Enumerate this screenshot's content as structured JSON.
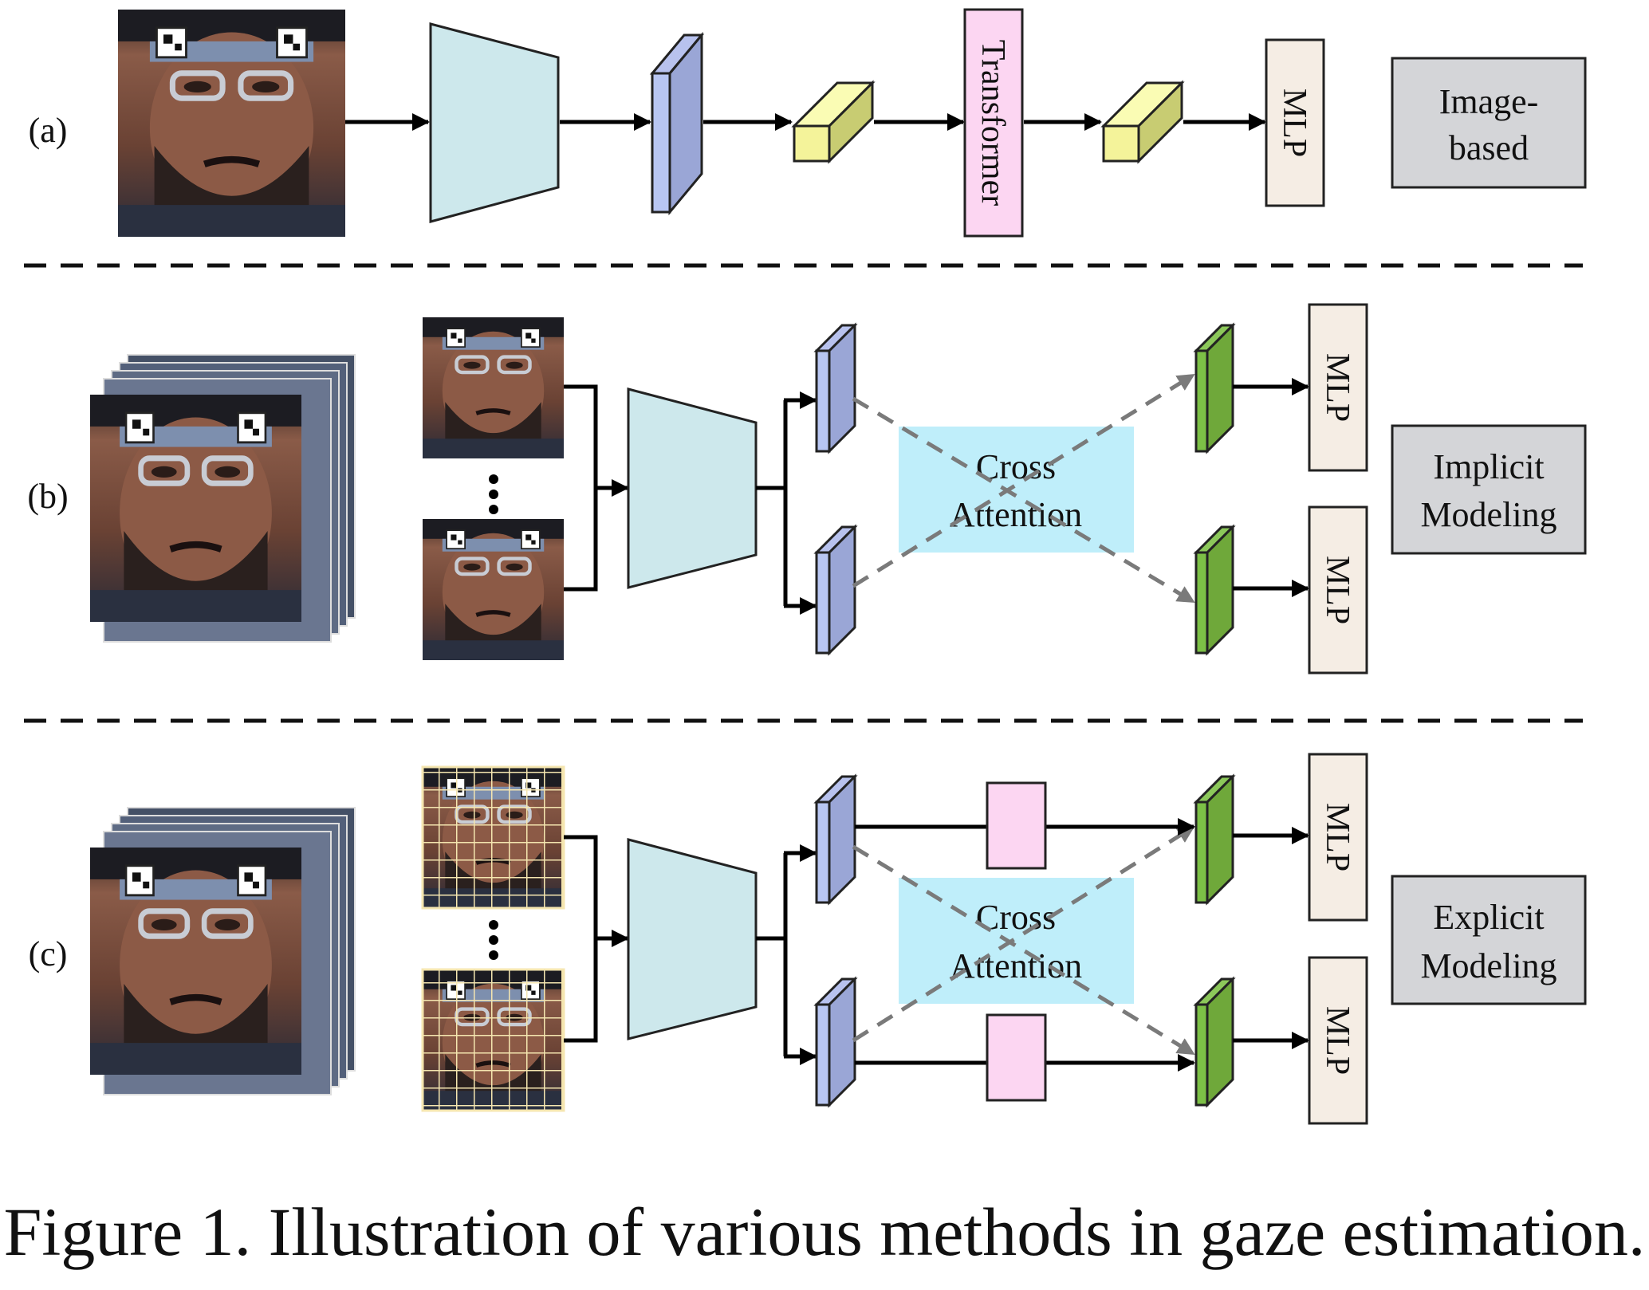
{
  "rows": [
    {
      "label": "(a)",
      "category": [
        "Image-",
        "based"
      ],
      "transformer": "Transformer",
      "mlp": [
        "MLP"
      ]
    },
    {
      "label": "(b)",
      "category": [
        "Implicit",
        "Modeling"
      ],
      "attention": [
        "Cross",
        "Attention"
      ],
      "mlp": [
        "MLP",
        "MLP"
      ]
    },
    {
      "label": "(c)",
      "category": [
        "Explicit",
        "Modeling"
      ],
      "attention": [
        "Cross",
        "Attention"
      ],
      "mlp": [
        "MLP",
        "MLP"
      ]
    }
  ],
  "caption": "Figure 1. Illustration of various methods in gaze estimation.",
  "colors": {
    "encoder": "#cde8ec",
    "feature_blue": "#9aa6d6",
    "token_yellow": "#f4f39a",
    "output_green": "#6fa83a",
    "transformer_pink": "#fcd6f2",
    "attention_cyan": "#bfeefa",
    "mlp_box": "#f5ede4",
    "category_box": "#d4d5d8"
  }
}
